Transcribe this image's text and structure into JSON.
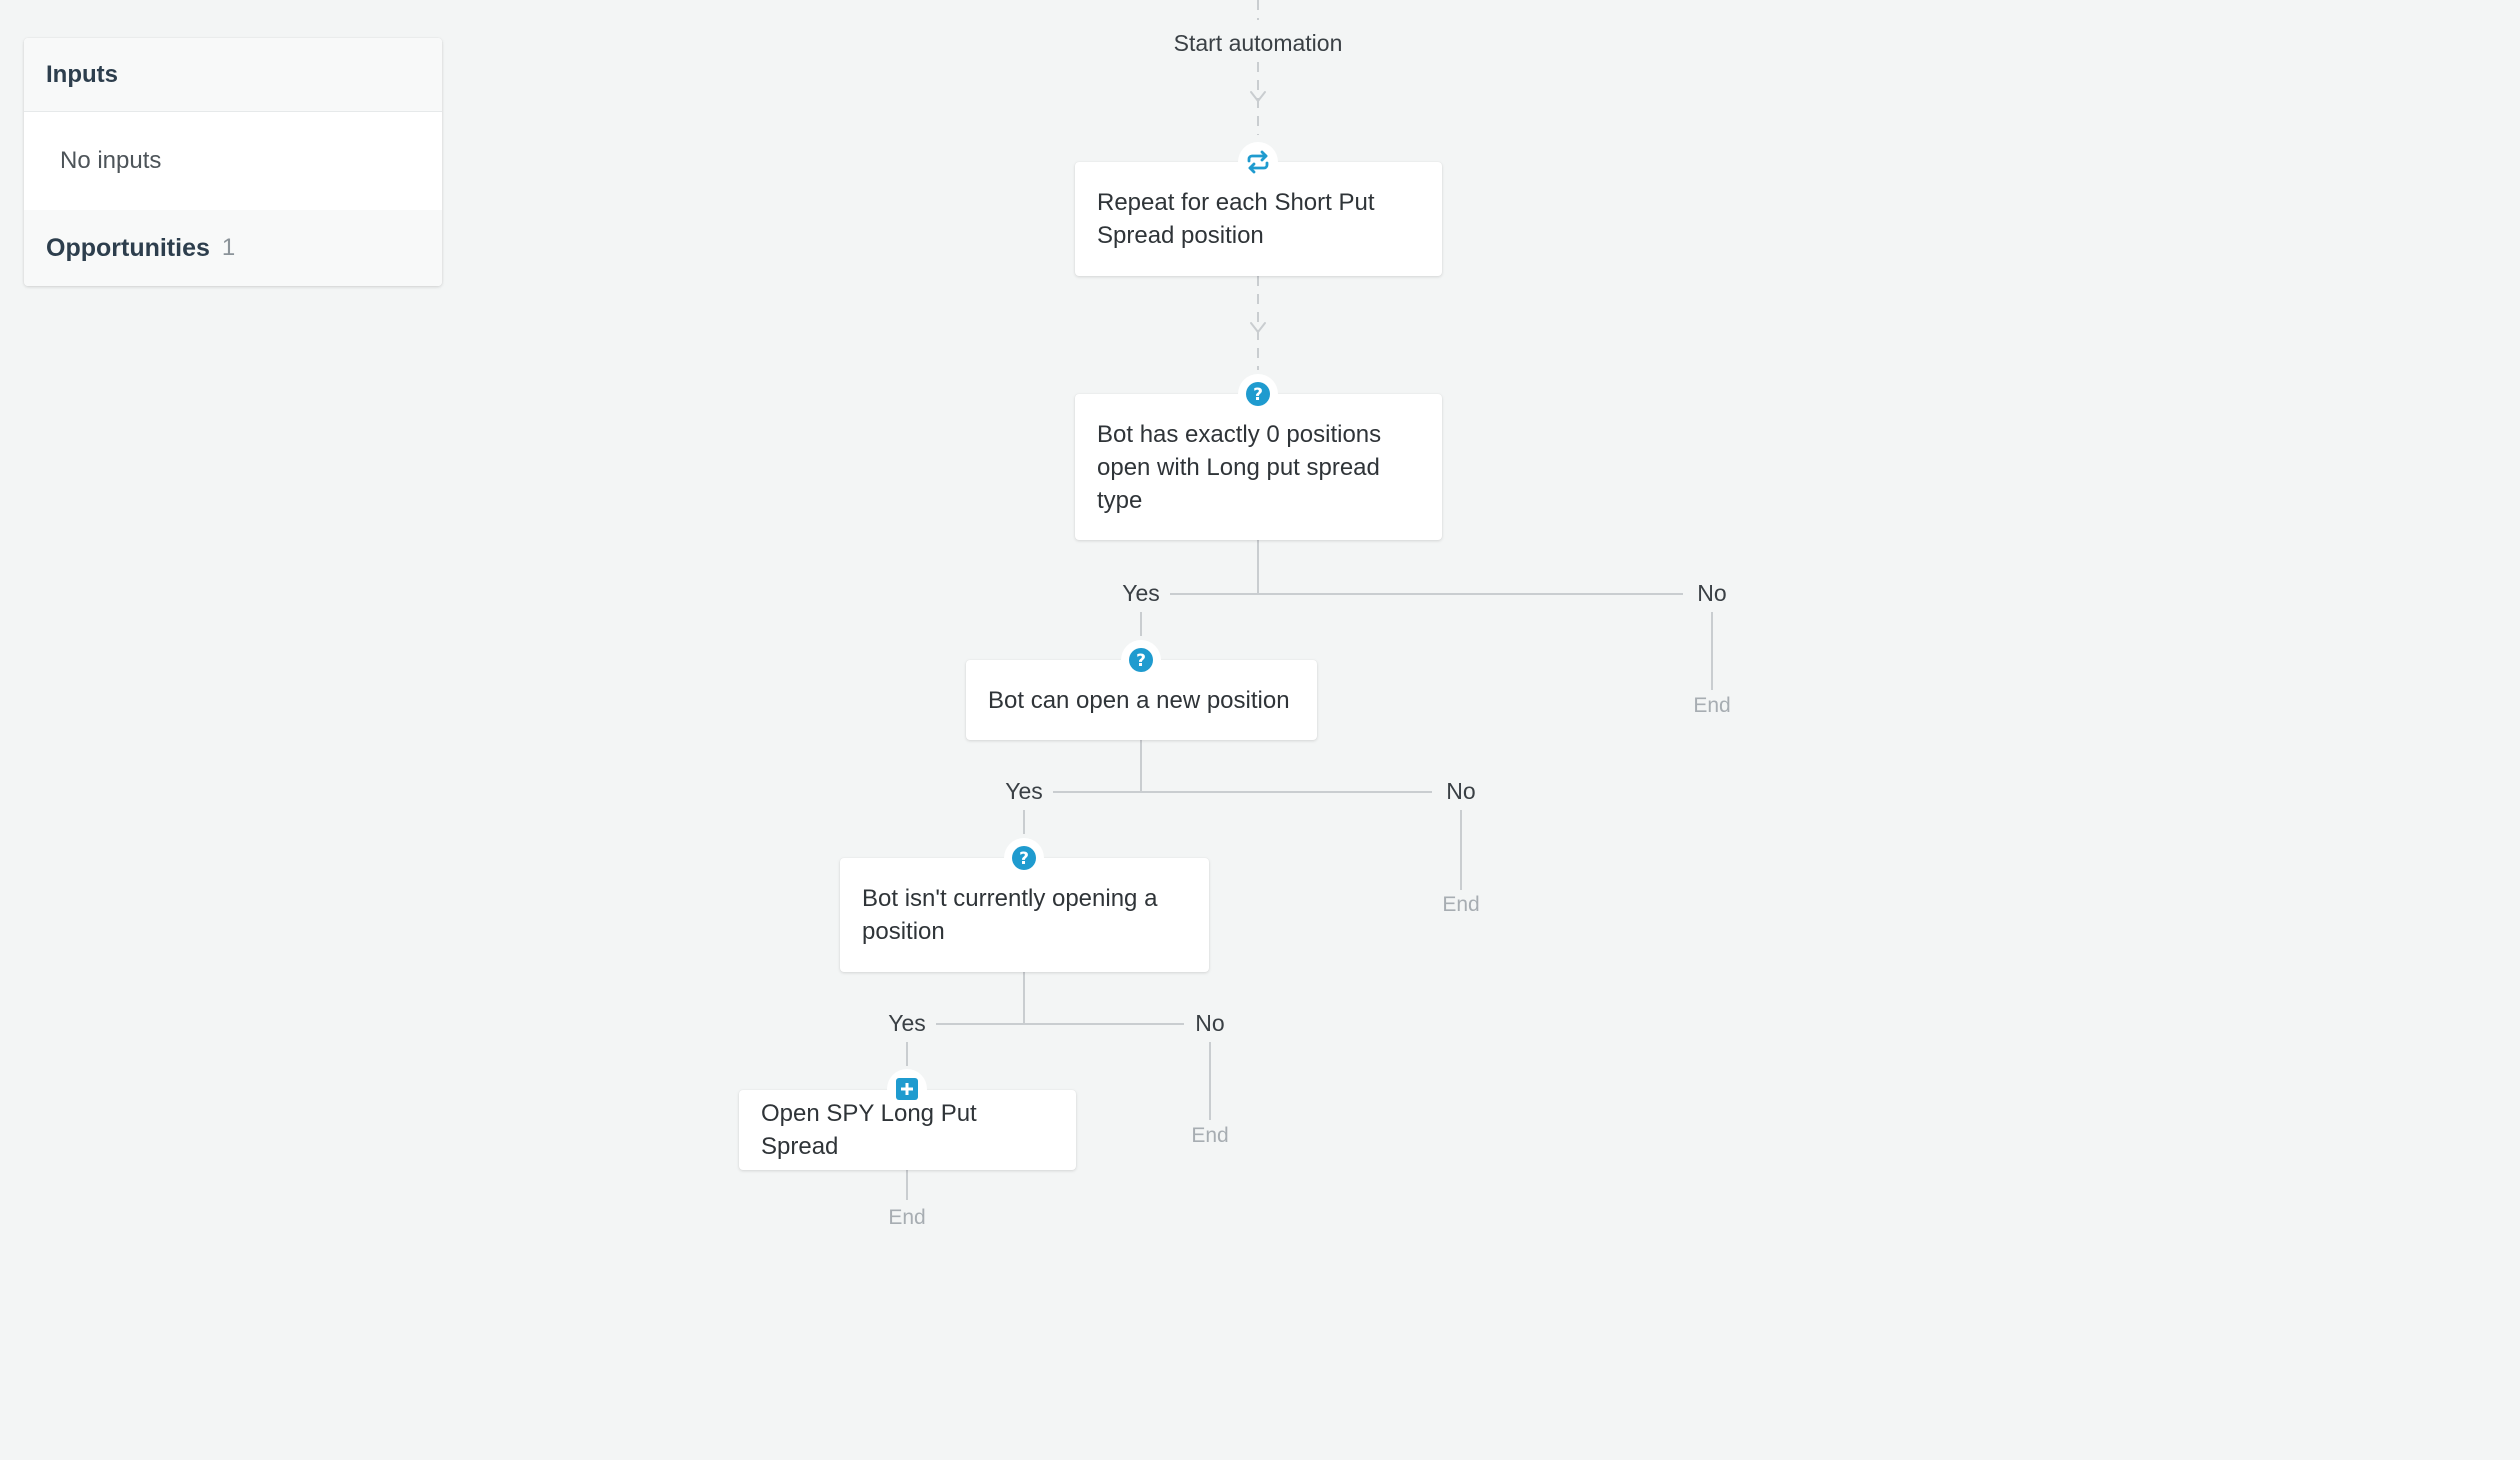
{
  "panel": {
    "inputs_title": "Inputs",
    "inputs_empty": "No inputs",
    "opportunities_title": "Opportunities",
    "opportunities_count": "1"
  },
  "flow": {
    "start_label": "Start automation",
    "nodes": [
      {
        "text": "Repeat for each Short Put Spread position",
        "icon": "repeat-icon"
      },
      {
        "text": "Bot has exactly 0 positions open with Long put spread type",
        "icon": "question-icon"
      },
      {
        "text": "Bot can open a new position",
        "icon": "question-icon"
      },
      {
        "text": "Bot isn't currently opening a position",
        "icon": "question-icon"
      },
      {
        "text": "Open SPY Long Put Spread",
        "icon": "plus-square-icon"
      }
    ],
    "branches": [
      {
        "yes": "Yes",
        "no": "No",
        "end": "End"
      },
      {
        "yes": "Yes",
        "no": "No",
        "end": "End"
      },
      {
        "yes": "Yes",
        "no": "No",
        "end": "End"
      }
    ],
    "final_end": "End"
  },
  "colors": {
    "accent": "#1f9bcf",
    "line": "#c9cdd0",
    "background": "#f3f5f5"
  }
}
